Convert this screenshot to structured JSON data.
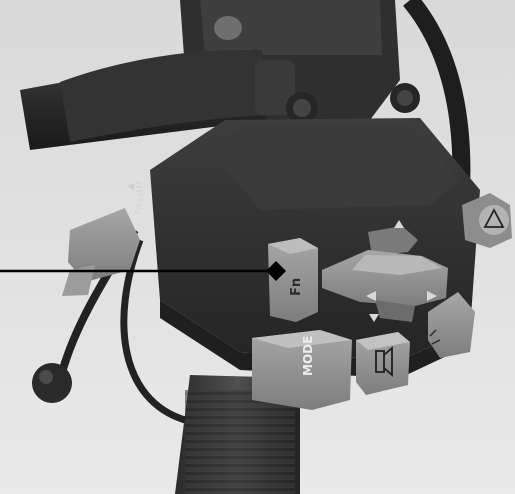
{
  "labels": {
    "pass": "PASS",
    "fn": "Fn",
    "mode": "MODE"
  },
  "colors": {
    "background": "#ffffff",
    "housing": "#2b2b2b",
    "button_grey": "#8f8f8f",
    "callout_line": "#000000"
  },
  "icons": [
    "headlight-beam-icon",
    "hazard-triangle-icon",
    "horn-icon",
    "arrow-up-icon",
    "arrow-down-icon",
    "arrow-left-icon",
    "arrow-right-icon"
  ]
}
